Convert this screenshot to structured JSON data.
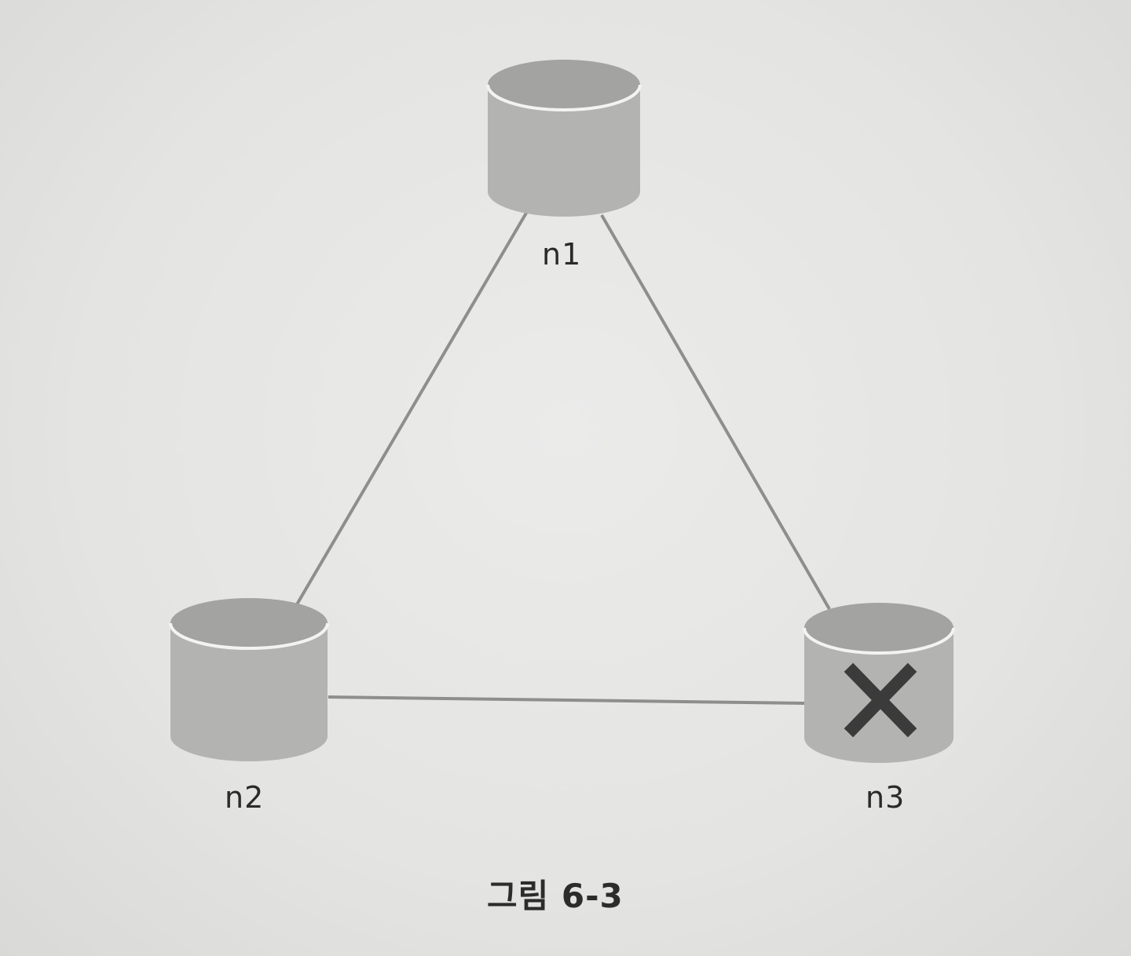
{
  "diagram": {
    "nodes": [
      {
        "id": "n1",
        "label": "n1",
        "status": "up"
      },
      {
        "id": "n2",
        "label": "n2",
        "status": "up"
      },
      {
        "id": "n3",
        "label": "n3",
        "status": "down",
        "marker": "x-icon"
      }
    ],
    "edges": [
      {
        "from": "n1",
        "to": "n2"
      },
      {
        "from": "n1",
        "to": "n3"
      },
      {
        "from": "n2",
        "to": "n3"
      }
    ],
    "colors": {
      "cylinder_body": "#b3b3b1",
      "cylinder_top": "#a3a3a1",
      "cylinder_rim": "#f3f3f1",
      "edge": "#8e8e8c",
      "failure_mark": "#3b3b3b"
    }
  },
  "caption": "그림 6-3"
}
